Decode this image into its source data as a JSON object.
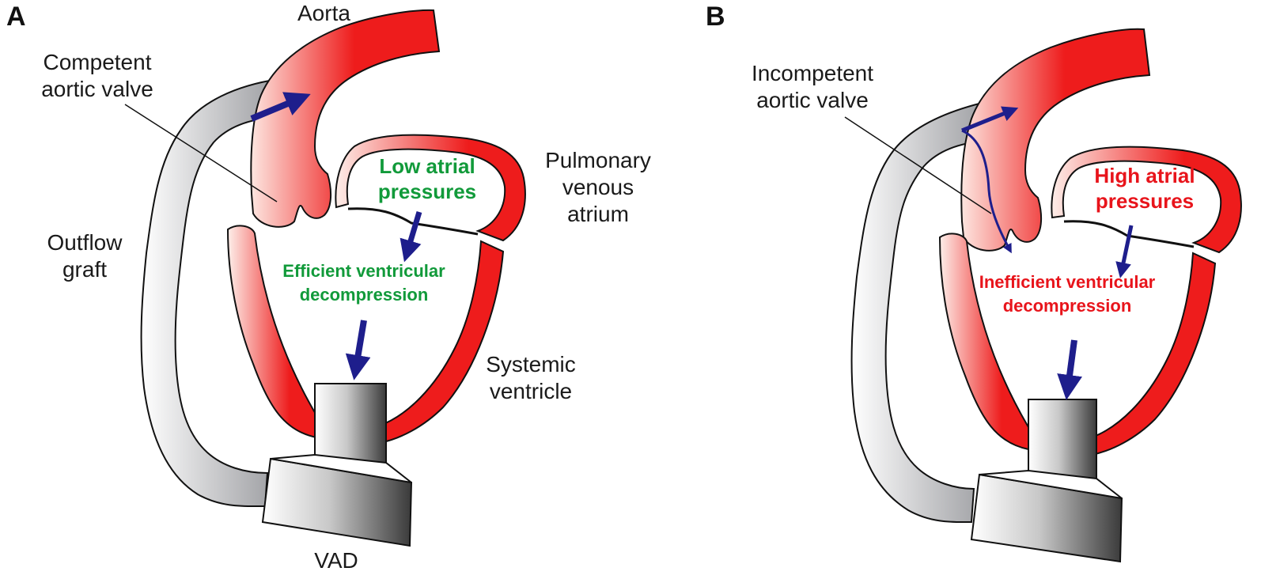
{
  "panels": {
    "a": {
      "letter": "A",
      "aorta": "Aorta",
      "valve_line1": "Competent",
      "valve_line2": "aortic valve",
      "atrium_pressure_line1": "Low atrial",
      "atrium_pressure_line2": "pressures",
      "decompression_line1": "Efficient ventricular",
      "decompression_line2": "decompression",
      "pulmonary_line1": "Pulmonary",
      "pulmonary_line2": "venous",
      "pulmonary_line3": "atrium",
      "outflow_line1": "Outflow",
      "outflow_line2": "graft",
      "systemic_line1": "Systemic",
      "systemic_line2": "ventricle",
      "vad": "VAD"
    },
    "b": {
      "letter": "B",
      "valve_line1": "Incompetent",
      "valve_line2": "aortic valve",
      "atrium_pressure_line1": "High atrial",
      "atrium_pressure_line2": "pressures",
      "decompression_line1": "Inefficient ventricular",
      "decompression_line2": "decompression"
    }
  },
  "colors": {
    "tissue_red": "#ee1c1c",
    "flow_arrow": "#1e1e8c",
    "graft_gray": "#a9aaae",
    "green_text": "#119a3a",
    "red_text": "#e8141b"
  }
}
